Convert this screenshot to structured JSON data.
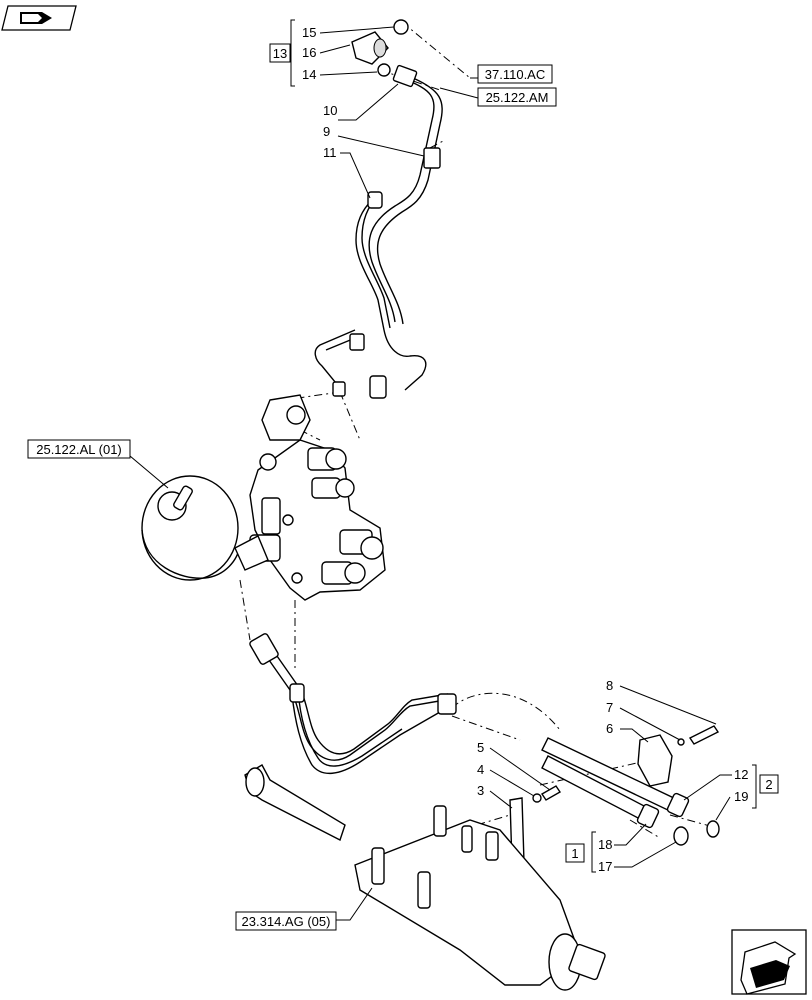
{
  "callouts": [
    {
      "id": "c15",
      "text": "15"
    },
    {
      "id": "c16",
      "text": "16"
    },
    {
      "id": "c14",
      "text": "14"
    },
    {
      "id": "c13",
      "text": "13"
    },
    {
      "id": "c10",
      "text": "10"
    },
    {
      "id": "c9",
      "text": "9"
    },
    {
      "id": "c11",
      "text": "11"
    },
    {
      "id": "c8",
      "text": "8"
    },
    {
      "id": "c7",
      "text": "7"
    },
    {
      "id": "c6",
      "text": "6"
    },
    {
      "id": "c5",
      "text": "5"
    },
    {
      "id": "c4",
      "text": "4"
    },
    {
      "id": "c3",
      "text": "3"
    },
    {
      "id": "c12",
      "text": "12"
    },
    {
      "id": "c2",
      "text": "2"
    },
    {
      "id": "c19",
      "text": "19"
    },
    {
      "id": "c1",
      "text": "1"
    },
    {
      "id": "c18",
      "text": "18"
    },
    {
      "id": "c17",
      "text": "17"
    }
  ],
  "references": {
    "r37110ac": "37.110.AC",
    "r25122am": "25.122.AM",
    "r25122al": "25.122.AL (01)",
    "r23314ag": "23.314.AG (05)"
  },
  "icons": {
    "top_left": "book-arrow-icon",
    "bottom_right": "next-page-arrow-icon"
  }
}
